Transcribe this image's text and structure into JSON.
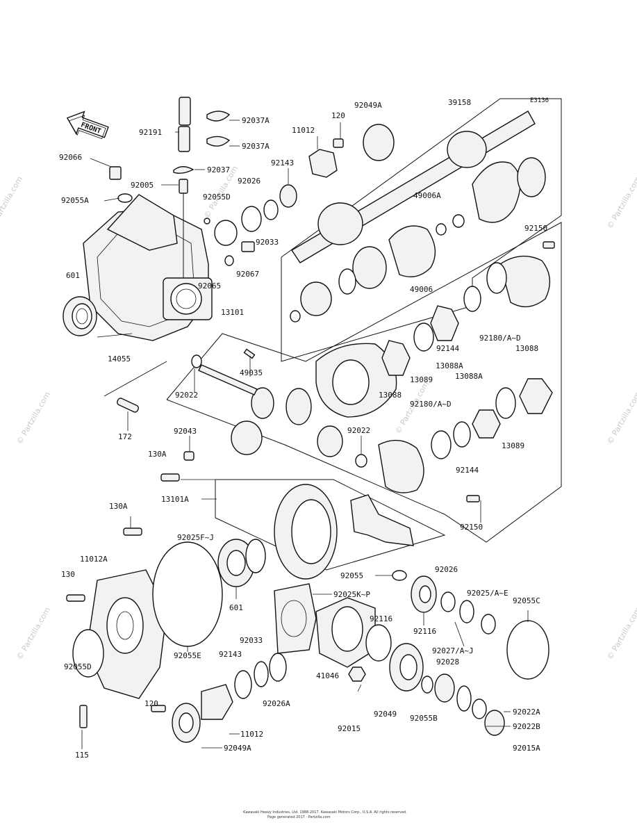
{
  "diagram_code": "E3136",
  "front_label": "FRONT",
  "watermark": "© Partzilla.com",
  "footer": {
    "line1": "Kawasaki Heavy Industries, Ltd. 1988-2017. Kawasaki Motors Corp., U.S.A. All rights reserved.",
    "line2": "Page generated 2017 · Partzilla.com"
  },
  "callouts": [
    "39158",
    "92049A",
    "120",
    "11012",
    "92143",
    "92191",
    "92037A",
    "92037A",
    "92037",
    "92066",
    "92005",
    "92026",
    "92055A",
    "92055D",
    "92033",
    "49006A",
    "92067",
    "92065",
    "601",
    "92150",
    "49006",
    "13101",
    "92180/A~D",
    "92144",
    "14055",
    "13088A",
    "49035",
    "13088",
    "92022",
    "13089",
    "13088",
    "13088A",
    "172",
    "92180/A~D",
    "92043",
    "92022",
    "13089",
    "130A",
    "92144",
    "13101A",
    "92150",
    "130A",
    "92025F~J",
    "92055",
    "92026",
    "11012A",
    "92025/A~E",
    "92055C",
    "130",
    "92025K~P",
    "601",
    "92116",
    "92116",
    "92033",
    "92027/A~J",
    "92055E",
    "92143",
    "92028",
    "92055D",
    "41046",
    "92026A",
    "120",
    "92022A",
    "92049",
    "92022B",
    "92015",
    "92055B",
    "11012",
    "115",
    "92049A",
    "92015A"
  ]
}
